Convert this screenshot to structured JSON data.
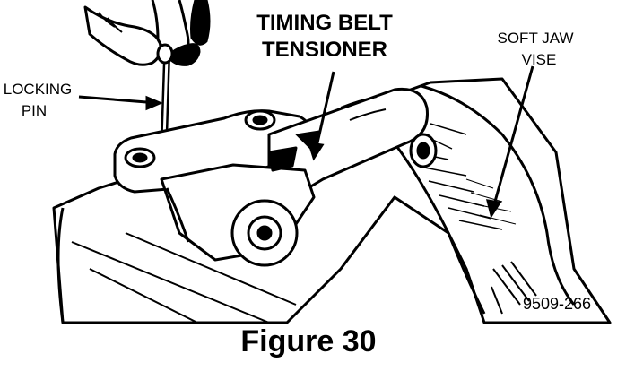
{
  "labels": {
    "callout_title_line1": "TIMING BELT",
    "callout_title_line2": "TENSIONER",
    "locking_pin_line1": "LOCKING",
    "locking_pin_line2": "PIN",
    "soft_jaw_line1": "SOFT JAW",
    "soft_jaw_line2": "VISE",
    "part_number": "9509-266"
  },
  "caption": "Figure 30",
  "colors": {
    "ink": "#000000",
    "paper": "#ffffff"
  }
}
